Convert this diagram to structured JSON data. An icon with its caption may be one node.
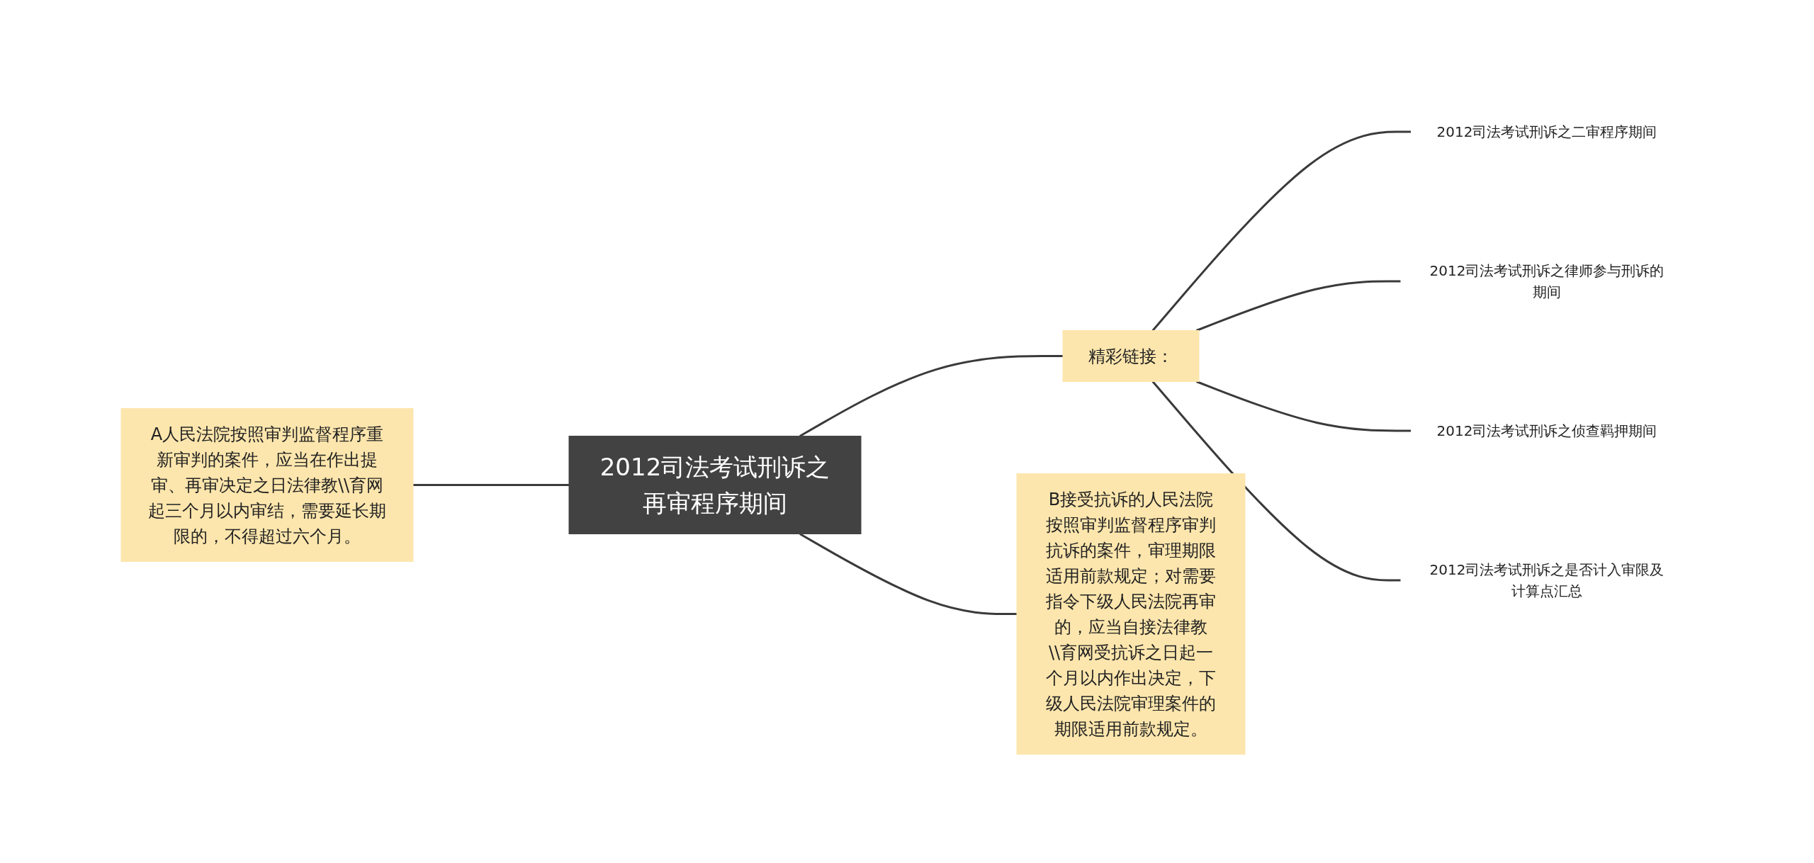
{
  "diagram": {
    "nodes": [
      {
        "text": [
          "2012司法考试刑诉之再审程序期间"
        ]
      },
      {
        "text": [
          "A人民法院按照审判监督程序重新审判的案件，应当在作出提审、再审决定之日法律教\\\\育网起三个月以内审结，需要延长期限的，不得超过六个月。"
        ]
      },
      {
        "text": [
          "精彩链接："
        ]
      },
      {
        "text": [
          "2012司法考试刑诉之二审程序期间"
        ]
      },
      {
        "text": [
          "2012司法考试刑诉之律师参与刑诉的期间"
        ]
      },
      {
        "text": [
          "2012司法考试刑诉之侦查羁押期间"
        ]
      },
      {
        "text": [
          "2012司法考试刑诉之是否计入审限及计算点汇总"
        ]
      },
      {
        "text": [
          "B接受抗诉的人民法院按照审判监督程序审判抗诉的案件，审理期限适用前款规定；对需要指令下级人民法院再审的，应当自接法律教\\\\育网受抗诉之日起一个月以内作出决定，下级人民法院审理案件的期限适用前款规定。"
        ]
      }
    ],
    "edges": [
      {
        "from": 1,
        "to": 0,
        "arrow": "none"
      },
      {
        "from": 0,
        "to": 2,
        "arrow": "none"
      },
      {
        "from": 2,
        "to": 3,
        "arrow": "none"
      },
      {
        "from": 2,
        "to": 4,
        "arrow": "none"
      },
      {
        "from": 2,
        "to": 5,
        "arrow": "none"
      },
      {
        "from": 2,
        "to": 6,
        "arrow": "none"
      },
      {
        "from": 0,
        "to": 7,
        "arrow": "none"
      }
    ]
  }
}
